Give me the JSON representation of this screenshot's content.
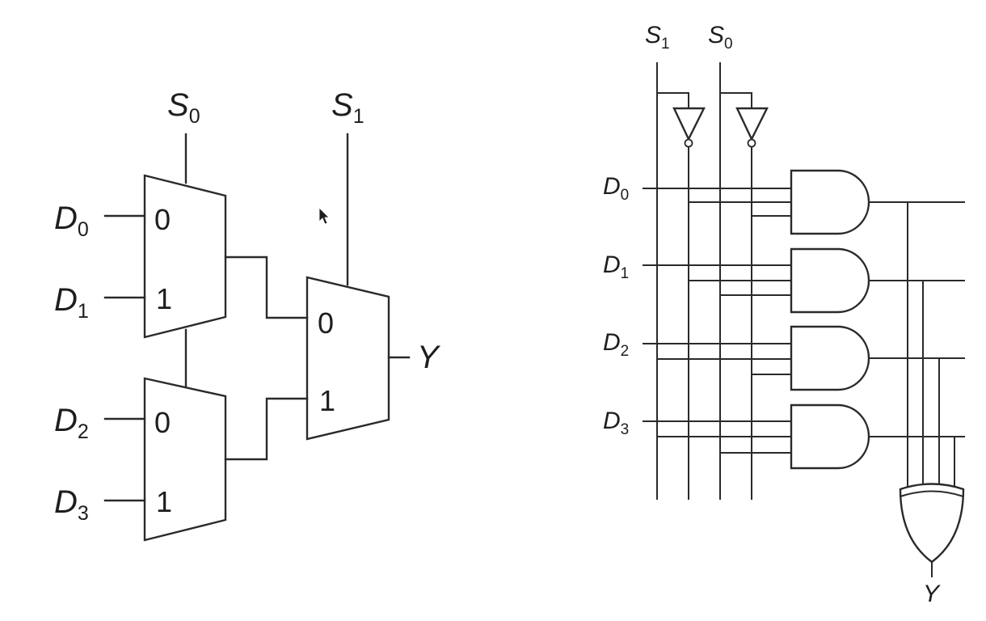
{
  "colors": {
    "ink": "#2a2a2a",
    "background": "#ffffff"
  },
  "mux_tree": {
    "select_labels": [
      {
        "main": "S",
        "sub": "0"
      },
      {
        "main": "S",
        "sub": "1"
      }
    ],
    "data_inputs": [
      {
        "main": "D",
        "sub": "0"
      },
      {
        "main": "D",
        "sub": "1"
      },
      {
        "main": "D",
        "sub": "2"
      },
      {
        "main": "D",
        "sub": "3"
      }
    ],
    "port_zero": "0",
    "port_one": "1",
    "output_label": "Y"
  },
  "gate_level": {
    "select_labels": [
      {
        "main": "S",
        "sub": "1"
      },
      {
        "main": "S",
        "sub": "0"
      }
    ],
    "data_inputs": [
      {
        "main": "D",
        "sub": "0"
      },
      {
        "main": "D",
        "sub": "1"
      },
      {
        "main": "D",
        "sub": "2"
      },
      {
        "main": "D",
        "sub": "3"
      }
    ],
    "output_label": "Y"
  }
}
